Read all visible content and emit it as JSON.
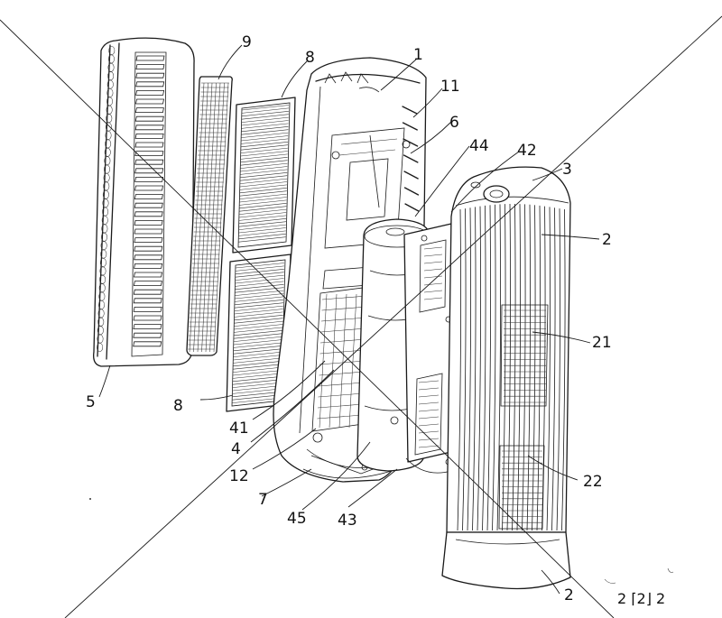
{
  "callouts": {
    "c9": "9",
    "c8_top": "8",
    "c1": "1",
    "c11": "11",
    "c6": "6",
    "c44": "44",
    "c42": "42",
    "c3": "3",
    "c2_upper": "2",
    "c21": "21",
    "c5": "5",
    "c8_bottom": "8",
    "c41": "41",
    "c4": "4",
    "c12": "12",
    "c7": "7",
    "c45": "45",
    "c43": "43",
    "c22": "22",
    "c2_base": "2",
    "corner_note": "2 ⌈2⌋ 2"
  }
}
